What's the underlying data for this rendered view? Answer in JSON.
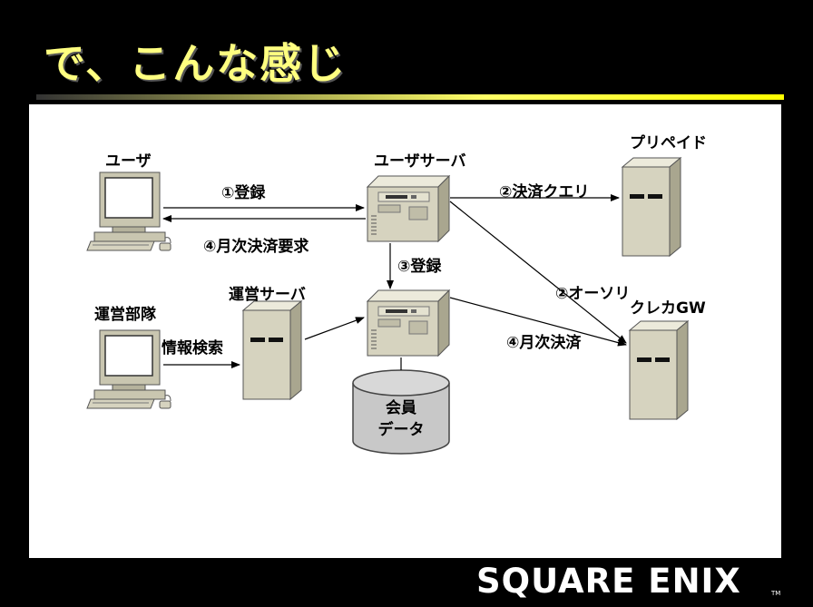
{
  "slide": {
    "title": "で、こんな感じ"
  },
  "nodes": {
    "user": "ユーザ",
    "user_server": "ユーザサーバ",
    "prepaid": "プリペイド",
    "ops_dept": "運営部隊",
    "ops_server": "運営サーバ",
    "credit_gw": "クレカGW",
    "member_data_line1": "会員",
    "member_data_line2": "データ"
  },
  "flows": {
    "register": "①登録",
    "monthly_request": "④月次決済要求",
    "register3": "③登録",
    "query": "②決済クエリ",
    "authorize": "②オーソリ",
    "monthly_settle": "④月次決済",
    "info_search": "情報検索"
  },
  "footer": {
    "logo": "SQUARE ENIX",
    "tm": "TM"
  },
  "colors": {
    "title": "#ffff80",
    "rule": "#ffff00",
    "server_body": "#d6d3bf",
    "server_top": "#eceadb",
    "db": "#c8c8c8"
  }
}
